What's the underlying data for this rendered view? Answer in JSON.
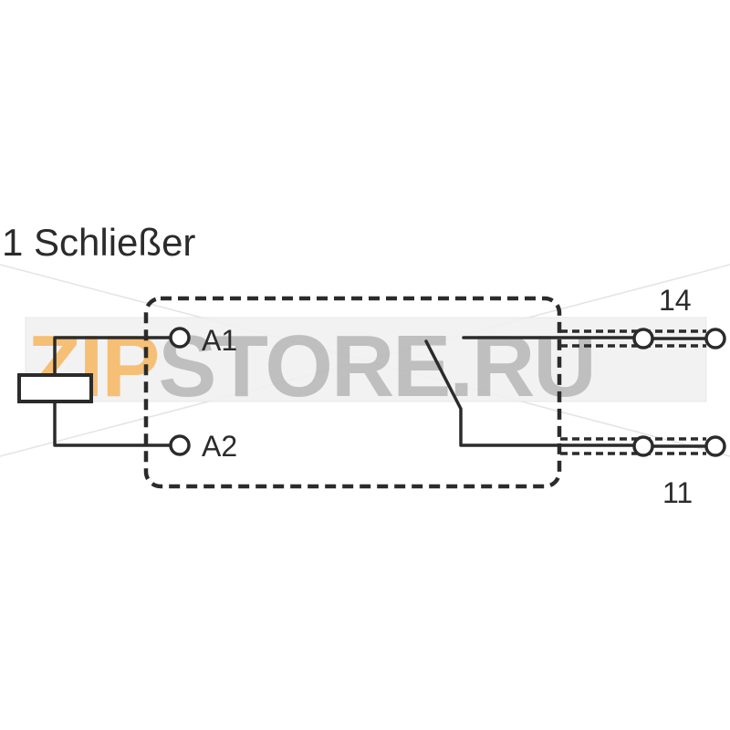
{
  "title": "1 Schließer",
  "terminals": {
    "a1": "A1",
    "a2": "A2",
    "contact_14": "14",
    "contact_11": "11"
  },
  "watermark": {
    "part1": "ZIP",
    "part2": "STORE.RU",
    "color_part1": "#f4b968",
    "color_part2": "#b9b9b9"
  },
  "colors": {
    "line": "#2b2b2b",
    "background": "#ffffff"
  }
}
